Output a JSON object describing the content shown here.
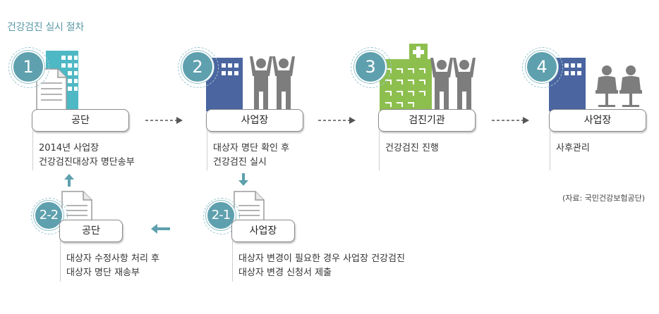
{
  "title": "건강검진 실시 절차",
  "steps": [
    {
      "num": "1",
      "label": "공단",
      "desc": [
        "2014년 사업장",
        "건강검진대상자 명단송부"
      ]
    },
    {
      "num": "2",
      "label": "사업장",
      "desc": [
        "대상자 명단 확인 후",
        "건강검진 실시"
      ]
    },
    {
      "num": "3",
      "label": "검진기관",
      "desc": [
        "건강검진 진행"
      ]
    },
    {
      "num": "4",
      "label": "사업장",
      "desc": [
        "사후관리"
      ]
    },
    {
      "num": "2-1",
      "label": "사업장",
      "desc": [
        "대상자 변경이 필요한 경우 사업장 건강검진",
        "대상자 변경 신청서 제출"
      ]
    },
    {
      "num": "2-2",
      "label": "공단",
      "desc": [
        "대상자 수정사항 처리 후",
        "대상자 명단 재송부"
      ]
    }
  ],
  "source": "(자료: 국민건강보험공단)",
  "colors": {
    "teal": "#5fa0ae",
    "navy": "#4a65a0",
    "green": "#8dbf4f",
    "gray": "#7d7d7d",
    "cyan": "#4eb8c4"
  }
}
